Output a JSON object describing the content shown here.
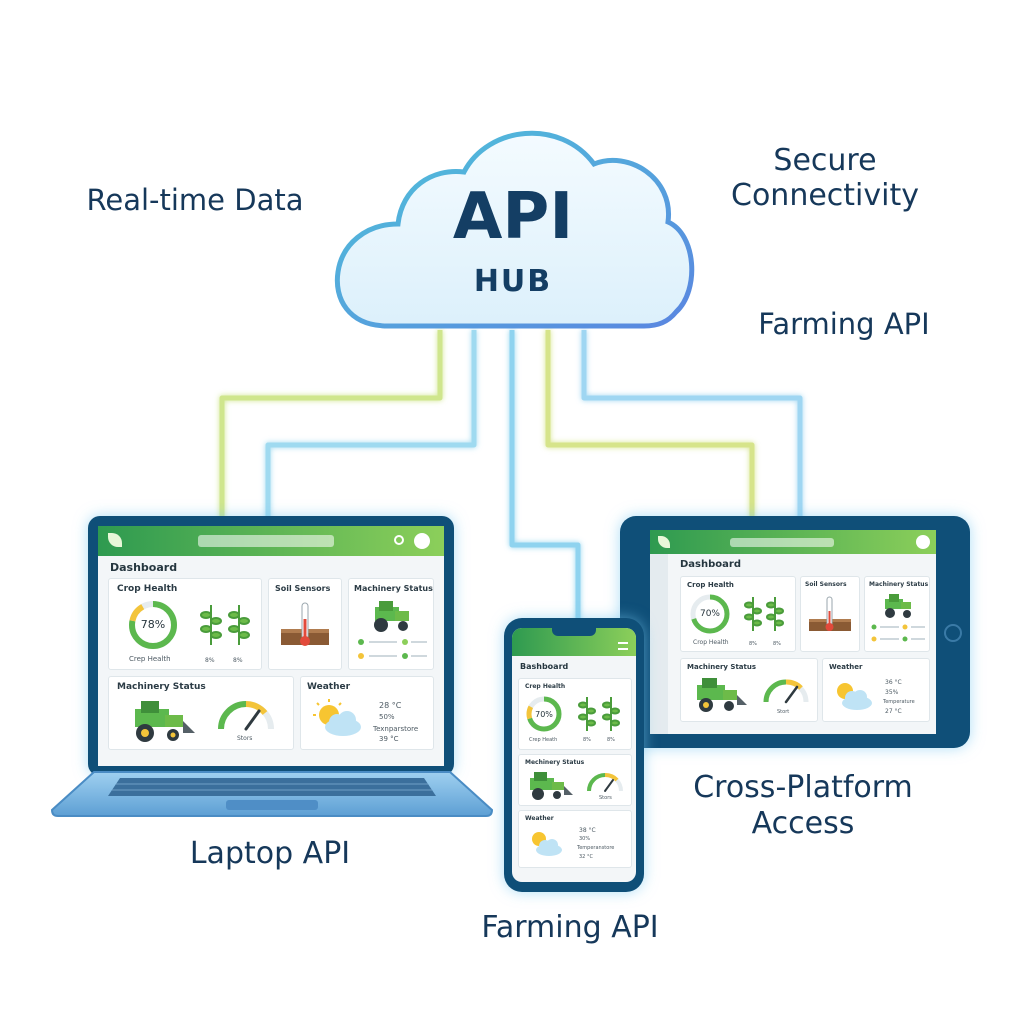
{
  "cloud": {
    "title": "API",
    "subtitle": "HUB"
  },
  "labels": {
    "realtime": "Real-time Data",
    "secure": [
      "Secure",
      "Connectivity"
    ],
    "farming_top": "Farming API",
    "laptop": "Laptop API",
    "cross": [
      "Cross-Platform",
      "Access"
    ],
    "farming_bottom": "Farming API"
  },
  "laptop": {
    "dashboard": "Dashboard",
    "crop_health": "Crop Health",
    "crop_pct": "78%",
    "crop_caption": "Crep Health",
    "plant_a": "8%",
    "plant_b": "8%",
    "soil": "Soil Sensors",
    "machinery_top": "Machinery Status",
    "machinery": "Machinery Status",
    "gauge_label": "Stors",
    "weather": "Weather",
    "temp": "28 °C",
    "hum": "50%",
    "temp_label": "Texnparstore",
    "temp2": "39 °C"
  },
  "tablet": {
    "dashboard": "Dashboard",
    "crop_health": "Crop Health",
    "crop_pct": "70%",
    "crop_caption": "Crop Health",
    "plant_a": "8%",
    "plant_b": "8%",
    "soil": "Soil Sensors",
    "machinery_top": "Machinery Status",
    "machinery": "Machinery Status",
    "gauge_label": "Stort",
    "weather": "Weather",
    "temp": "36 °C",
    "hum": "35%",
    "temp_label": "Temperature",
    "temp2": "27 °C"
  },
  "phone": {
    "dashboard": "Bashboard",
    "crop_health": "Crep Health",
    "crop_pct": "70%",
    "crop_caption": "Crep Heath",
    "plant_a": "8%",
    "plant_b": "8%",
    "machinery": "Mechinery Status",
    "gauge_label": "Stors",
    "weather": "Weather",
    "temp": "38 °C",
    "hum": "30%",
    "temp_label": "Temperanstore",
    "temp2": "32 °C"
  },
  "colors": {
    "text": "#16385a",
    "green_dark": "#2e9a50",
    "green_light": "#8ccf5a",
    "device_frame": "#0f4f78",
    "connector_blue": "#8fd3ef",
    "connector_yellow": "#d6e48a",
    "cloud_fill": "#e8f6fd"
  }
}
